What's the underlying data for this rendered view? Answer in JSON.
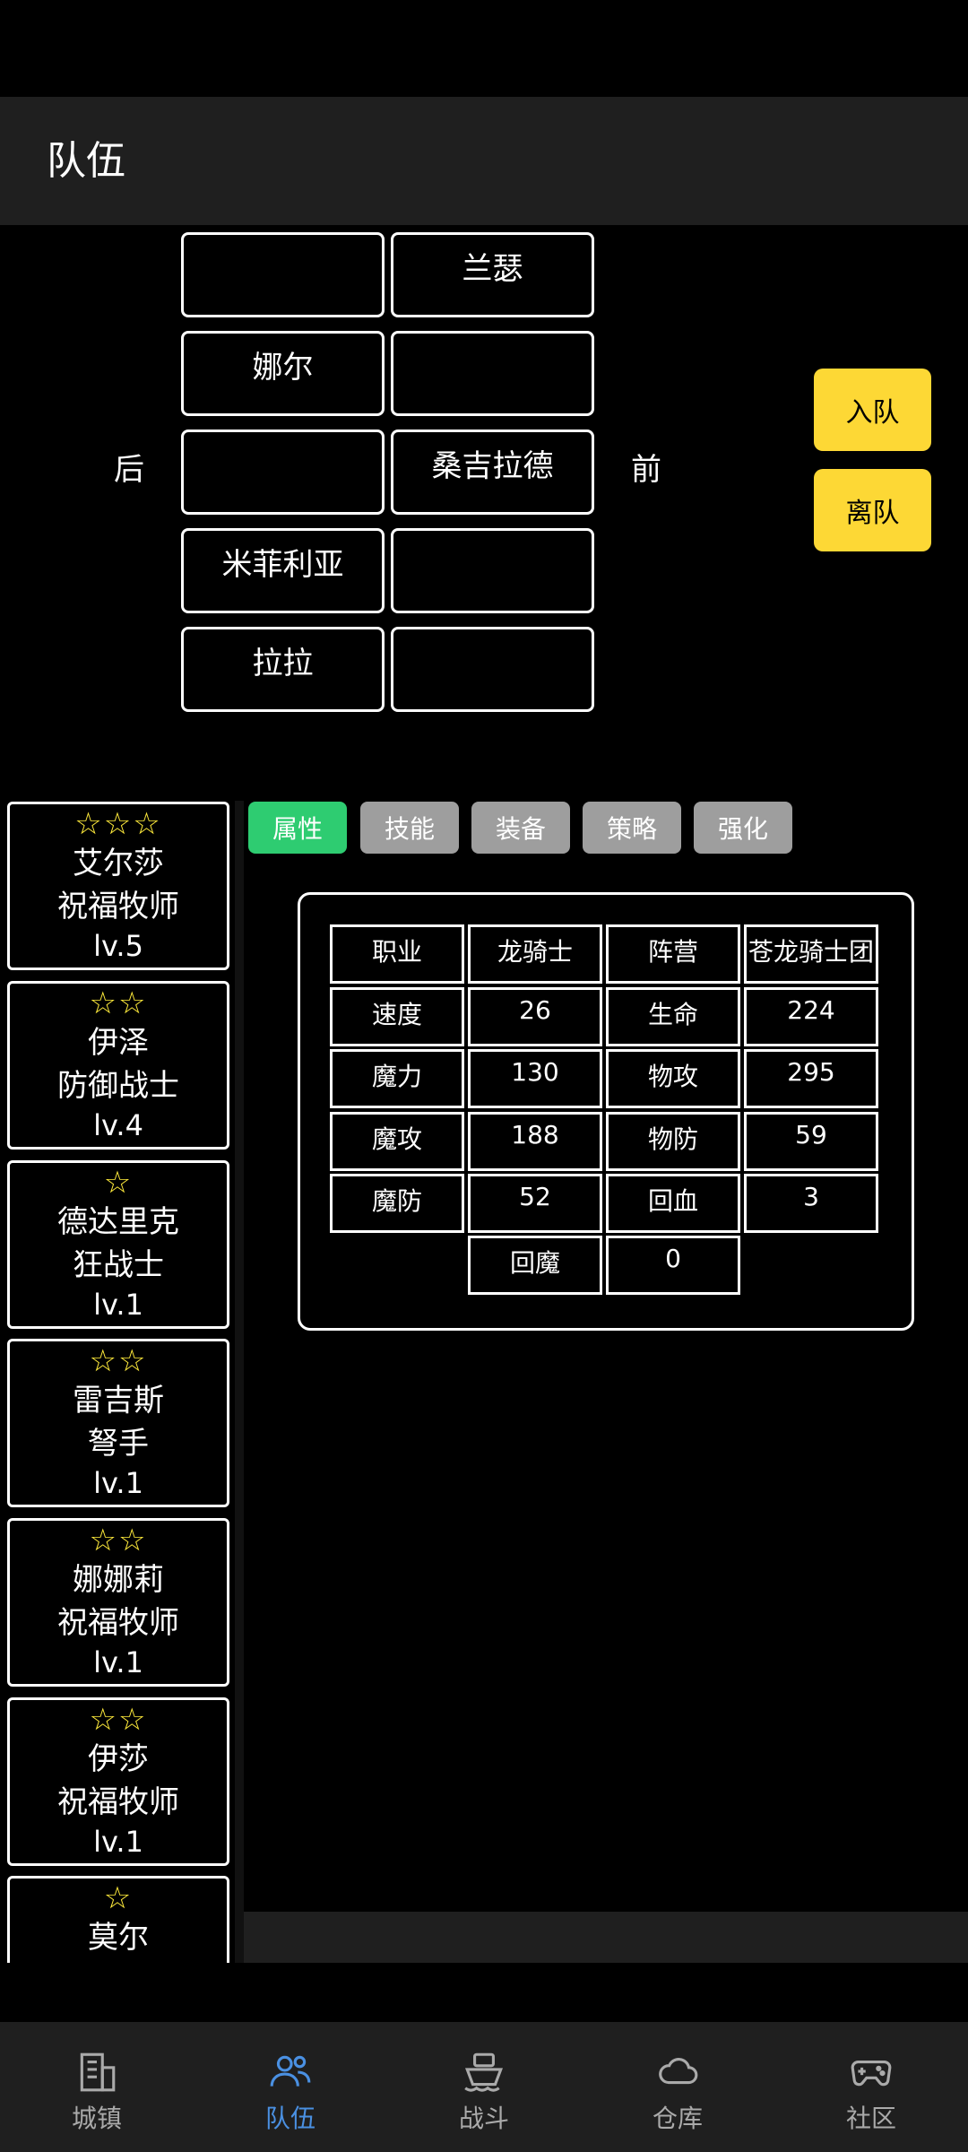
{
  "header": {
    "title": "队伍"
  },
  "formation": {
    "back_label": "后",
    "front_label": "前",
    "slots": [
      [
        "",
        "兰瑟"
      ],
      [
        "娜尔",
        ""
      ],
      [
        "",
        "桑吉拉德"
      ],
      [
        "米菲利亚",
        ""
      ],
      [
        "拉拉",
        ""
      ]
    ],
    "join_label": "入队",
    "leave_label": "离队"
  },
  "roster": [
    {
      "stars": "☆☆☆",
      "name": "艾尔莎",
      "class": "祝福牧师",
      "level": "lv.5"
    },
    {
      "stars": "☆☆",
      "name": "伊泽",
      "class": "防御战士",
      "level": "lv.4"
    },
    {
      "stars": "☆",
      "name": "德达里克",
      "class": "狂战士",
      "level": "lv.1"
    },
    {
      "stars": "☆☆",
      "name": "雷吉斯",
      "class": "弩手",
      "level": "lv.1"
    },
    {
      "stars": "☆☆",
      "name": "娜娜莉",
      "class": "祝福牧师",
      "level": "lv.1"
    },
    {
      "stars": "☆☆",
      "name": "伊莎",
      "class": "祝福牧师",
      "level": "lv.1"
    },
    {
      "stars": "☆",
      "name": "莫尔",
      "class": "",
      "level": ""
    }
  ],
  "tabs": [
    "属性",
    "技能",
    "装备",
    "策略",
    "强化"
  ],
  "active_tab": "属性",
  "stats": [
    [
      "职业",
      "龙骑士",
      "阵营",
      "苍龙骑士团"
    ],
    [
      "速度",
      "26",
      "生命",
      "224"
    ],
    [
      "魔力",
      "130",
      "物攻",
      "295"
    ],
    [
      "魔攻",
      "188",
      "物防",
      "59"
    ],
    [
      "魔防",
      "52",
      "回血",
      "3"
    ],
    [
      "",
      "回魔",
      "0",
      ""
    ]
  ],
  "nav": [
    {
      "label": "城镇",
      "icon": "building-icon",
      "active": false
    },
    {
      "label": "队伍",
      "icon": "team-icon",
      "active": true
    },
    {
      "label": "战斗",
      "icon": "battle-ship-icon",
      "active": false
    },
    {
      "label": "仓库",
      "icon": "cloud-icon",
      "active": false
    },
    {
      "label": "社区",
      "icon": "gamepad-icon",
      "active": false
    }
  ],
  "colors": {
    "accent_yellow": "#fdd835",
    "tab_active": "#2ecc71",
    "tab_inactive": "#9e9e9e",
    "nav_active": "#4a90e2",
    "star": "#ffeb3b"
  }
}
